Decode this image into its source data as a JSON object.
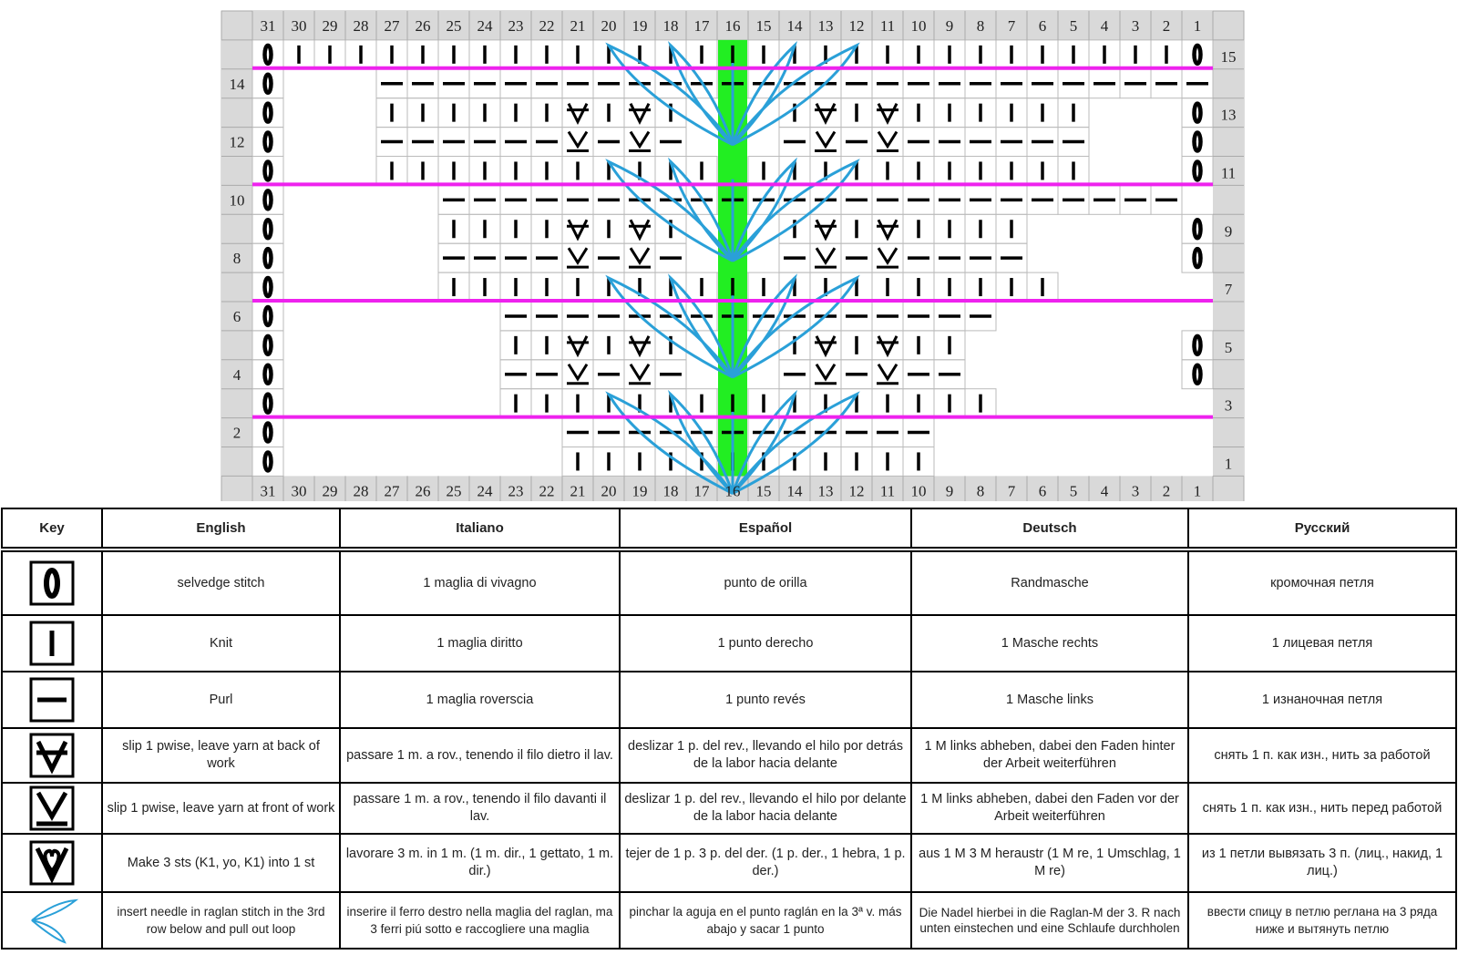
{
  "chart": {
    "title": "",
    "column_numbers": [
      "31",
      "30",
      "29",
      "28",
      "27",
      "26",
      "25",
      "24",
      "23",
      "22",
      "21",
      "20",
      "19",
      "18",
      "17",
      "16",
      "15",
      "14",
      "13",
      "12",
      "11",
      "10",
      "9",
      "8",
      "7",
      "6",
      "5",
      "4",
      "3",
      "2",
      "1"
    ],
    "left_row_numbers": [
      "14",
      "12",
      "10",
      "8",
      "6",
      "4",
      "2"
    ],
    "right_row_numbers": [
      "15",
      "13",
      "11",
      "9",
      "7",
      "5",
      "3",
      "1"
    ],
    "rows": [
      "0|||||||||||||||||||||||||||||0",
      "0...---------------------------...0",
      "0...||||||A|A||A|A||||||...0",
      "0...------V-V--V-V------...0",
      "0...||||||||||||||||||||||...0",
      "0.....------------------------.....0",
      "0.....||||A|A||A|A||||.....0",
      "0.....----V-V--V-V----.....0",
      "0.....||||||||||||||||||||.....0",
      "0.......----------------.......0",
      "0.......||A|A||A|A||.......0",
      "0.......--V-V--V-V--.......0",
      "0.......||||||||||||||||.......0",
      "0.........------------.........0",
      "0.........||||||||||||.........0"
    ],
    "colors": {
      "grid_line": "#bbbbbb",
      "number_cell": "#d9d9d9",
      "center_column": "#22ee22",
      "raglan_line": "#ee22ee",
      "pull_loop": "#2aa0d8",
      "symbol": "#000000"
    }
  },
  "legend": {
    "headers": [
      "Key",
      "English",
      "Italiano",
      "Español",
      "Deutsch",
      "Русский"
    ],
    "rows": [
      {
        "icon": "selvedge-icon",
        "english": "selvedge stitch",
        "italiano": "1 maglia di vivagno",
        "espanol": "punto de orilla",
        "deutsch": "Randmasche",
        "russian": "кромочная петля"
      },
      {
        "icon": "knit-icon",
        "english": "Knit",
        "italiano": "1 maglia diritto",
        "espanol": "1 punto derecho",
        "deutsch": "1 Masche rechts",
        "russian": "1 лицевая петля"
      },
      {
        "icon": "purl-icon",
        "english": "Purl",
        "italiano": "1 maglia roverscia",
        "espanol": "1 punto revés",
        "deutsch": "1 Masche links",
        "russian": "1 изнаночная петля"
      },
      {
        "icon": "slip-back-icon",
        "english": "slip 1 pwise, leave yarn at back of work",
        "italiano": "passare 1 m. a rov., tenendo il filo dietro il lav.",
        "espanol": "deslizar 1 p. del rev., llevando el hilo por detrás de la labor hacia delante",
        "deutsch": "1 M links abheben, dabei den Faden hinter der Arbeit weiterführen",
        "russian": "снять 1 п. как изн., нить за работой"
      },
      {
        "icon": "slip-front-icon",
        "english": "slip 1 pwise, leave yarn at front of work",
        "italiano": "passare 1 m. a rov., tenendo il filo davanti il lav.",
        "espanol": "deslizar 1 p. del rev., llevando el hilo por delante de la labor hacia delante",
        "deutsch": "1 M links abheben, dabei den Faden vor der Arbeit weiterführen",
        "russian": "снять 1 п. как изн., нить перед работой"
      },
      {
        "icon": "make-three-icon",
        "english": "Make 3 sts (K1, yo, K1)  into 1 st",
        "italiano": "lavorare 3 m. in 1 m. (1 m. dir., 1 gettato, 1 m. dir.)",
        "espanol": "tejer de 1 p. 3 p. del der.  (1 p. der., 1 hebra, 1 p. der.)",
        "deutsch": "aus 1 M 3 M heraustr (1 M re, 1 Umschlag, 1 M re)",
        "russian": "из 1 петли вывязать 3 п. (лиц., накид, 1 лиц.)"
      },
      {
        "icon": "pull-loop-icon",
        "english": "insert needle in raglan stitch in the 3rd row below and pull out loop",
        "italiano": "inserire il ferro destro nella maglia del raglan, ma 3 ferri piú sotto e raccogliere una maglia",
        "espanol": "pinchar la aguja en el punto raglán en la 3ª v. más abajo y sacar 1 punto",
        "deutsch": "Die Nadel  hierbei in die Raglan-M der 3. R nach unten einstechen und eine Schlaufe durchholen",
        "russian": "ввести спицу в петлю реглана на 3 ряда ниже и вытянуть петлю"
      }
    ]
  }
}
